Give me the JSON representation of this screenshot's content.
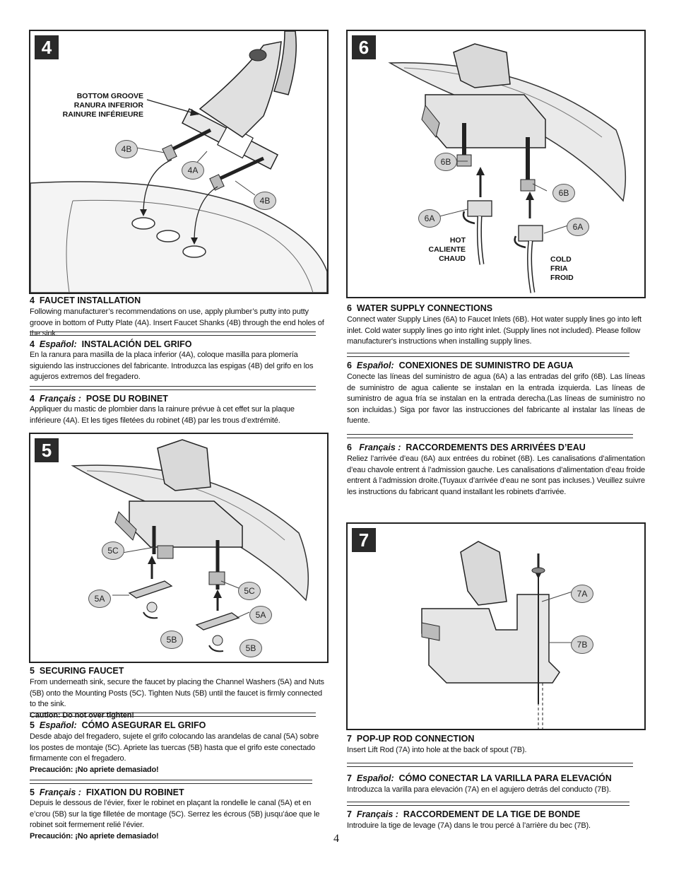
{
  "panels": {
    "p4": {
      "number": "4",
      "groove_label": [
        "BOTTOM GROOVE",
        "RANURA INFERIOR",
        "RAINURE INFÉRIEURE"
      ],
      "callouts": [
        "4B",
        "4A",
        "4B"
      ]
    },
    "p5": {
      "number": "5",
      "callouts": [
        "5C",
        "5A",
        "5B",
        "5C",
        "5A",
        "5B"
      ]
    },
    "p6": {
      "number": "6",
      "callouts": [
        "6B",
        "6B",
        "6A",
        "6A"
      ],
      "hot_label": [
        "HOT",
        "CALIENTE",
        "CHAUD"
      ],
      "cold_label": [
        "COLD",
        "FRIA",
        "FROID"
      ]
    },
    "p7": {
      "number": "7",
      "callouts": [
        "7A",
        "7B"
      ]
    }
  },
  "sections": {
    "s4_en": {
      "num": "4",
      "title": "FAUCET INSTALLATION",
      "text": "Following manufacturer’s recommendations on use, apply plumber’s putty into putty groove in bottom of Putty Plate (4A).  Insert Faucet Shanks (4B) through the end holes of the sink."
    },
    "s4_es": {
      "num": "4",
      "lang": "Español:",
      "title": "INSTALACIÓN DEL GRIFO",
      "text": "En la ranura para masilla de la placa inferior (4A), coloque masilla para plomería siguiendo las instrucciones del fabricante. Introduzca las espigas (4B) del grifo en los agujeros extremos del fregadero."
    },
    "s4_fr": {
      "num": "4",
      "lang": "Français :",
      "title": "POSE DU ROBINET",
      "text": "Appliquer du mastic de plombier dans la rainure prévue à cet effet sur la plaque inférieure (4A). Et les tiges filetées du robinet (4B) par les trous d’extrémité."
    },
    "s5_en": {
      "num": "5",
      "title": "SECURING FAUCET",
      "text": "From underneath sink, secure the faucet by placing the Channel Washers (5A) and Nuts (5B) onto the Mounting Posts (5C).  Tighten Nuts (5B) until the faucet is firmly connected to the sink.",
      "caution": "Caution: Do not over tighten!"
    },
    "s5_es": {
      "num": "5",
      "lang": "Español:",
      "title": "CÓMO ASEGURAR EL GRIFO",
      "text": "Desde abajo del fregadero, sujete el grifo colocando las arandelas de canal (5A) sobre los postes de montaje (5C). Apriete las tuercas (5B) hasta que el grifo este conectado firmamente con el fregadero.",
      "caution": "Precaución: ¡No apriete demasiado!"
    },
    "s5_fr": {
      "num": "5",
      "lang": "Français :",
      "title": "FIXATION DU ROBINET",
      "text": "Depuis le dessous de l’évier, fixer le robinet en plaçant la rondelle le canal (5A) et en e’crou (5B) sur la tige filletée de montage (5C). Serrez les écrous (5B) jusqu’áoe que le robinet soit fermement relié l’évier.",
      "caution": "Precaución: ¡No apriete demasiado!"
    },
    "s6_en": {
      "num": "6",
      "title": "WATER SUPPLY CONNECTIONS",
      "text": "Connect water Supply Lines (6A) to Faucet Inlets (6B).  Hot water supply lines go into left inlet.  Cold water supply lines go into right inlet.  (Supply lines not included).  Please follow manufacturer's instructions when installing supply lines."
    },
    "s6_es": {
      "num": "6",
      "lang": "Español:",
      "title": "CONEXIONES DE SUMINISTRO DE AGUA",
      "text": "Conecte las líneas del suministro de agua (6A) a las entradas del grifo (6B).  Las líneas de suministro de agua caliente se instalan en la entrada izquierda. Las líneas de suministro de agua fría se instalan en la entrada derecha.(Las líneas de suministro no son incluidas.)  Siga por favor las instrucciones del fabricante al instalar las líneas de fuente."
    },
    "s6_fr": {
      "num": "6",
      "lang": "Français :",
      "title": "RACCORDEMENTS DES ARRIVÉES D’EAU",
      "text": "Reliez l’arrivée d’eau (6A) aux entrées du robinet (6B). Les canalisations d’alimentation d’eau chavole entrent á l’admission gauche. Les canalisations d’alimentation d’eau froide entrent á l’admission droite.(Tuyaux d’arrivée d’eau ne sont pas incluses.) Veuillez suivre les instructions du fabricant quand installant les robinets d'arrivée."
    },
    "s7_en": {
      "num": "7",
      "title": "POP-UP ROD CONNECTION",
      "text": "Insert Lift Rod (7A) into hole at the back of spout (7B)."
    },
    "s7_es": {
      "num": "7",
      "lang": "Español:",
      "title": "CÓMO CONECTAR LA VARILLA PARA ELEVACIÓN",
      "text": "Introduzca la varilla para elevación (7A) en el agujero detrás del conducto (7B)."
    },
    "s7_fr": {
      "num": "7",
      "lang": "Français :",
      "title": "RACCORDEMENT DE LA TIGE DE BONDE",
      "text": "Introduire la tige de levage (7A) dans le trou percé à l’arrière du bec (7B)."
    }
  },
  "page_number": "4"
}
